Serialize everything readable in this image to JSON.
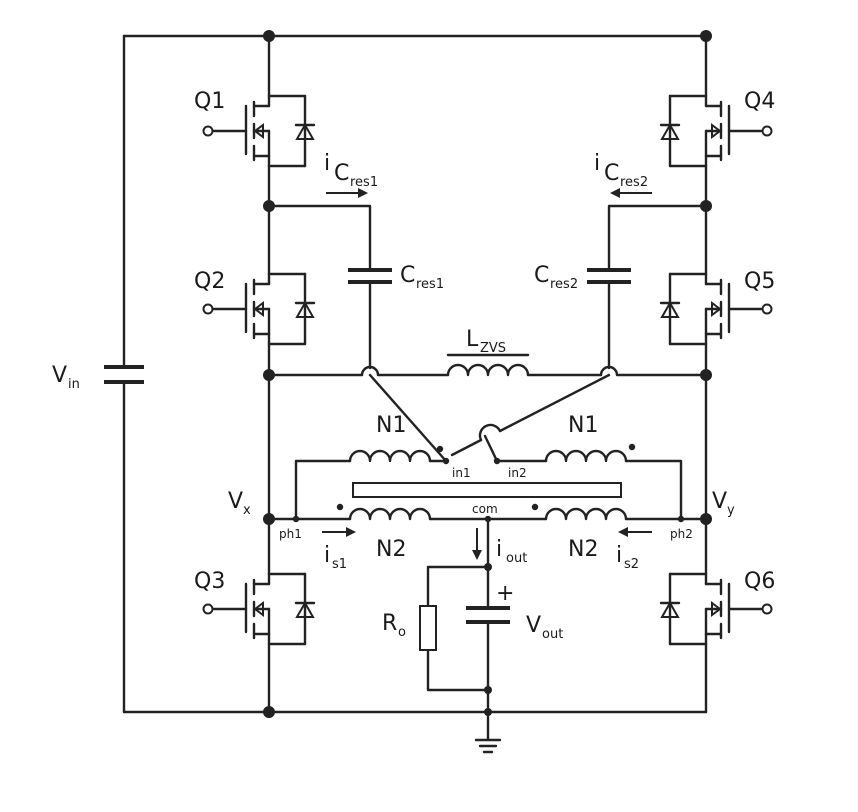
{
  "transistors": {
    "q1": "Q1",
    "q2": "Q2",
    "q3": "Q3",
    "q4": "Q4",
    "q5": "Q5",
    "q6": "Q6"
  },
  "source": {
    "main": "V",
    "sub": "in"
  },
  "nodes": {
    "vx_main": "V",
    "vx_sub": "x",
    "vy_main": "V",
    "vy_sub": "y"
  },
  "currents": {
    "icres1_i": "i",
    "icres1_c": "C",
    "icres1_sub": "res1",
    "icres2_i": "i",
    "icres2_c": "C",
    "icres2_sub": "res2",
    "is1_main": "i",
    "is1_sub": "s1",
    "is2_main": "i",
    "is2_sub": "s2",
    "iout_main": "i",
    "iout_sub": "out"
  },
  "capacitors": {
    "cres1_main": "C",
    "cres1_sub": "res1",
    "cres2_main": "C",
    "cres2_sub": "res2"
  },
  "inductor": {
    "main": "L",
    "sub": "ZVS"
  },
  "windings": {
    "n1_left": "N1",
    "n1_right": "N1",
    "n2_left": "N2",
    "n2_right": "N2"
  },
  "terminals": {
    "in1": "in1",
    "in2": "in2",
    "com": "com",
    "ph1": "ph1",
    "ph2": "ph2"
  },
  "load": {
    "ro_main": "R",
    "ro_sub": "o",
    "vout_main": "V",
    "vout_sub": "out",
    "plus": "+"
  }
}
